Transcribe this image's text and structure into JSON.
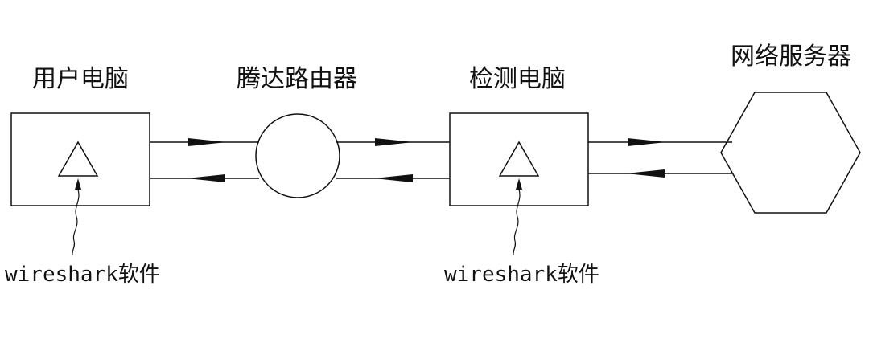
{
  "diagram": {
    "nodes": {
      "user_pc": {
        "label": "用户电脑",
        "shape": "rectangle"
      },
      "router": {
        "label": "腾达路由器",
        "shape": "circle"
      },
      "monitor_pc": {
        "label": "检测电脑",
        "shape": "rectangle"
      },
      "server": {
        "label": "网络服务器",
        "shape": "hexagon"
      }
    },
    "software": {
      "user_pc_note": "wireshark软件",
      "monitor_pc_note": "wireshark软件"
    },
    "links": [
      {
        "from": "user_pc",
        "to": "router",
        "bidirectional": true
      },
      {
        "from": "router",
        "to": "monitor_pc",
        "bidirectional": true
      },
      {
        "from": "monitor_pc",
        "to": "server",
        "bidirectional": true
      }
    ],
    "colors": {
      "stroke": "#111111",
      "background": "#ffffff"
    }
  }
}
